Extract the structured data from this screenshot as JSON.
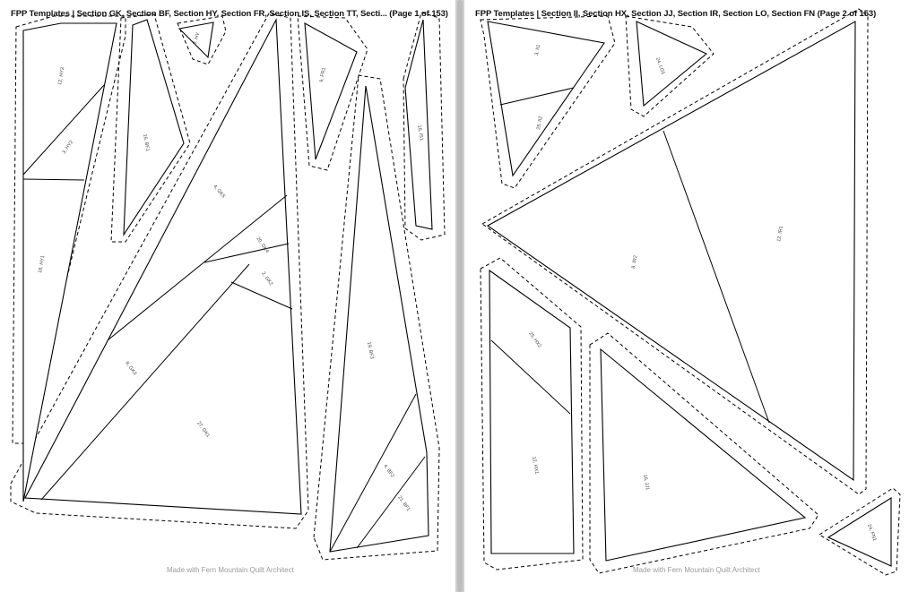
{
  "pages": [
    {
      "title": "FPP Templates | Section GK, Section BF, Section HY, Section FR, Section IS, Section TT, Secti... (Page 1 of 153)",
      "footer": "Made with Fern Mountain Quilt Architect",
      "labels": {
        "hy3": "12, HY3",
        "hy2": "3, HY2",
        "hy1": "16, HY1",
        "bf1": "16, BF1",
        "x1": "3, HY",
        "fr1": "9, FR1",
        "is1": "16, IS1",
        "gk5": "4, GK5",
        "gk4": "20, GK4",
        "gk2": "2, GK2",
        "gk3": "8, GK3",
        "gk1": "27, GK1",
        "bf3": "19, BF3",
        "bf2": "4, BF2",
        "bf1b": "21, BF1"
      }
    },
    {
      "title": "FPP Templates | Section II, Section HX, Section JJ, Section IR, Section LO, Section FN (Page 2 of 153)",
      "footer": "Made with Fern Mountain Quilt Architect",
      "labels": {
        "ii1": "3, II1",
        "ii2": "25, II2",
        "lo1": "24, LO1",
        "ir2": "8, IR2",
        "ir1": "12, IR1",
        "hx2": "25, HX2",
        "hx1": "12, HX1",
        "jj1": "16, JJ1",
        "fn1": "24, FN1"
      }
    }
  ]
}
